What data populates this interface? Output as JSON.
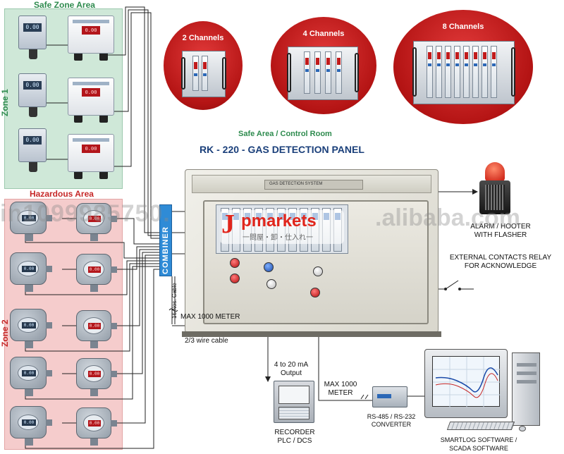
{
  "zones": {
    "safe_zone_title": "Safe Zone Area",
    "hazardous_title": "Hazardous Area",
    "zone1_label": "Zone 1",
    "zone2_label": "Zone 2",
    "safe_color": "#2e8b4e",
    "hazard_color": "#c62828"
  },
  "devices": {
    "sensor_readout": "0.00",
    "controller_readout": "0.00"
  },
  "combiner": {
    "label": "COMBINER",
    "cable_label": "16 Nos. Cable"
  },
  "channels": [
    {
      "label": "2 Channels"
    },
    {
      "label": "4 Channels"
    },
    {
      "label": "8 Channels"
    }
  ],
  "panel": {
    "location": "Safe Area / Control Room",
    "title": "RK - 220 - GAS DETECTION PANEL",
    "header_text": "GAS DETECTION SYSTEM"
  },
  "labels": {
    "max_distance_1": "MAX 1000 METER",
    "wire_cable": "2/3 wire cable",
    "output_line1": "4 to 20 mA",
    "output_line2": "Output",
    "recorder_line1": "RECORDER",
    "recorder_line2": "PLC / DCS",
    "max_distance_2_line1": "MAX 1000",
    "max_distance_2_line2": "METER",
    "converter_line1": "RS-485 / RS-232",
    "converter_line2": "CONVERTER",
    "software_line1": "SMARTLOG SOFTWARE /",
    "software_line2": "SCADA SOFTWARE",
    "alarm_line1": "ALARM / HOOTER",
    "alarm_line2": "WITH FLASHER",
    "relay_line1": "EXTERNAL CONTACTS RELAY",
    "relay_line2": "FOR ACKNOWLEDGE"
  },
  "watermark": {
    "number": "in1099985750.",
    "domain": ".alibaba.com",
    "brand_j": "J",
    "brand_word": "pmarkets",
    "brand_tag": "一問屋・卸・仕入れ一"
  },
  "colors": {
    "bubble_red": "#b41414",
    "title_blue": "#1a3f7a",
    "combiner_blue": "#2f8bd6"
  }
}
